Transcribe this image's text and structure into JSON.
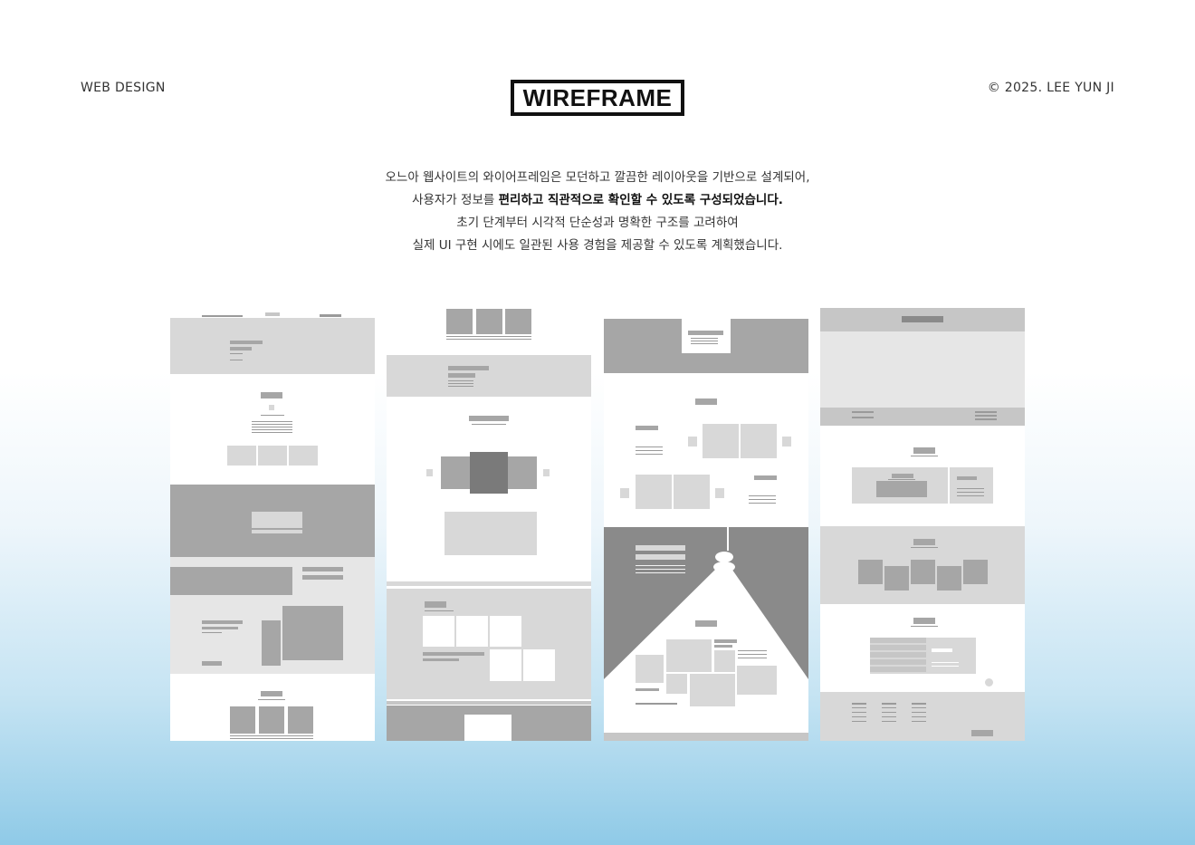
{
  "header": {
    "left_label": "WEB DESIGN",
    "logo_text": "WIREFRAME",
    "copyright": "© 2025. LEE YUN JI"
  },
  "description": {
    "line1": "오느아 웹사이트의 와이어프레임은 모던하고 깔끔한 레이아웃을 기반으로 설계되어,",
    "line2_normal": "사용자가 정보를 ",
    "line2_bold": "편리하고 직관적으로 확인할 수 있도록 구성되었습니다.",
    "line3": "초기 단계부터 시각적 단순성과 명확한 구조를 고려하여",
    "line4": "실제 UI 구현 시에도 일관된 사용 경험을 제공할 수 있도록 계획했습니다."
  },
  "colors": {
    "background_top": "#ffffff",
    "background_bottom": "#8fcae7",
    "wire_light": "#e6e6e6",
    "wire_mid": "#c6c6c6",
    "wire_dark": "#8a8a8a"
  }
}
